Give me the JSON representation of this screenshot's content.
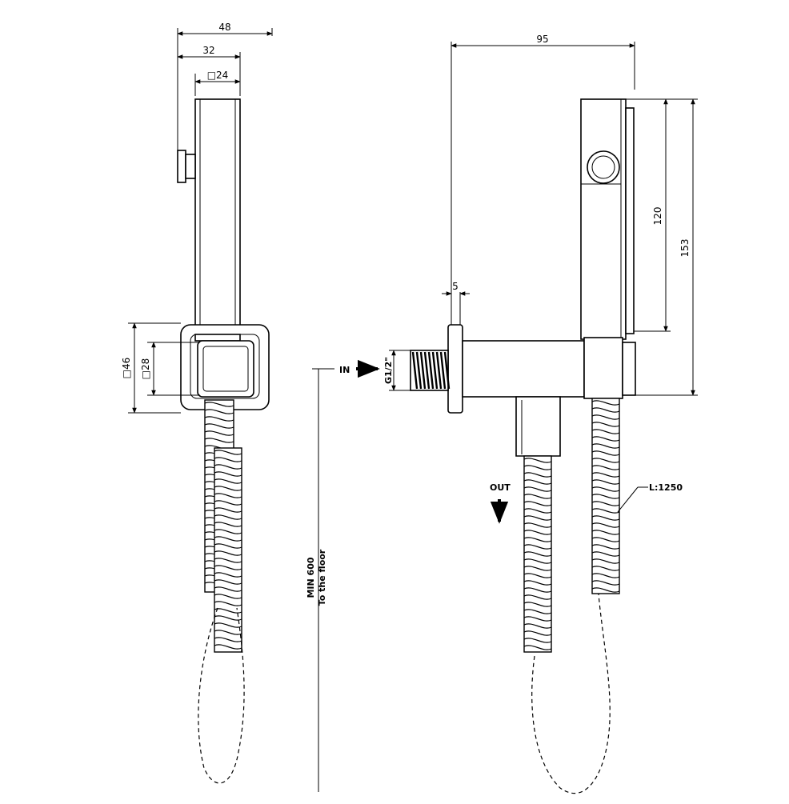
{
  "diagram": {
    "dimensions": {
      "width_overall": "48",
      "width_body": "32",
      "square_head": "□24",
      "bracket_outer": "□46",
      "bracket_inner": "□28",
      "depth": "95",
      "flange": "5",
      "length_head": "120",
      "length_total": "153"
    },
    "labels": {
      "inlet": "IN",
      "thread": "G1/2\"",
      "outlet": "OUT",
      "hose_length": "L:1250",
      "min_height": "MIN 600",
      "to_floor": "To the floor"
    }
  }
}
